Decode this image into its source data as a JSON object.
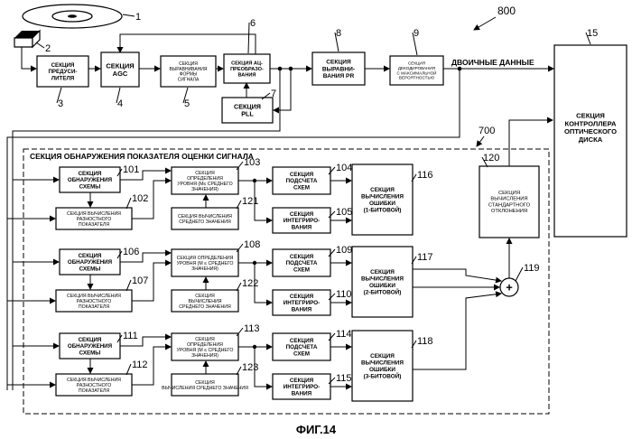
{
  "figure_caption": "ФИГ.14",
  "ref_800": "800",
  "ref_700": "700",
  "binary_data_label": "ДВОИЧНЫЕ ДАННЫЕ",
  "detection_section_title": "СЕКЦИЯ ОБНАРУЖЕНИЯ ПОКАЗАТЕЛЯ ОЦЕНКИ СИГНАЛА",
  "blocks": {
    "preamp": {
      "lines": [
        "СЕКЦИЯ",
        "ПРЕДУСИ-",
        "ЛИТЕЛЯ"
      ]
    },
    "agc": {
      "lines": [
        "СЕКЦИЯ",
        "AGC"
      ]
    },
    "waveform": {
      "lines": [
        "СЕКЦИЯ",
        "ВЫРАВНИВАНИЯ",
        "ФОРМЫ",
        "СИГНАЛА"
      ]
    },
    "adc": {
      "lines": [
        "СЕКЦИЯ АЦ-",
        "ПРЕОБРАЗО-",
        "ВАНИЯ"
      ]
    },
    "pll": {
      "lines": [
        "СЕКЦИЯ",
        "PLL"
      ]
    },
    "pr_eq": {
      "lines": [
        "СЕКЦИЯ",
        "ВЫРАВНИ-",
        "ВАНИЯ PR"
      ]
    },
    "ml_decoder": {
      "lines": [
        "СЕКЦИЯ",
        "ДЕКОДИРОВАНИЯ",
        "С МАКСИМАЛЬНОЙ",
        "ВЕРОЯТНОСТЬЮ"
      ]
    },
    "controller": {
      "lines": [
        "СЕКЦИЯ",
        "КОНТРОЛЛЕРА",
        "ОПТИЧЕСКОГО",
        "ДИСКА"
      ]
    },
    "std_dev": {
      "lines": [
        "СЕКЦИЯ",
        "ВЫЧИСЛЕНИЯ",
        "СТАНДАРТНОГО",
        "ОТКЛОНЕНИЯ"
      ]
    }
  },
  "rows": [
    {
      "pattern": [
        "СЕКЦИЯ",
        "ОБНАРУЖЕНИЯ",
        "СХЕМЫ"
      ],
      "diff": [
        "СЕКЦИЯ ВЫЧИСЛЕНИЯ",
        "РАЗНОСТНОГО",
        "ПОКАЗАТЕЛЯ"
      ],
      "level": [
        "СЕКЦИЯ",
        "ОПРЕДЕЛЕНИЯ",
        "УРОВНЯ (M≤ СРЕДНЕГО",
        "ЗНАЧЕНИЯ)"
      ],
      "mean": [
        "СЕКЦИЯ ВЫЧИСЛЕНИЯ",
        "СРЕДНЕГО ЗНАЧЕНИЯ"
      ],
      "count": [
        "СЕКЦИЯ",
        "ПОДСЧЕТА",
        "СХЕМ"
      ],
      "integ": [
        "СЕКЦИЯ",
        "ИНТЕГРИРО-",
        "ВАНИЯ"
      ],
      "error": [
        "СЕКЦИЯ",
        "ВЫЧИСЛЕНИЯ",
        "ОШИБКИ",
        "(1-БИТОВОЙ)"
      ],
      "refs": {
        "pattern": "101",
        "diff": "102",
        "level": "103",
        "mean": "121",
        "count": "104",
        "integ": "105",
        "error": "116"
      }
    },
    {
      "pattern": [
        "СЕКЦИЯ",
        "ОБНАРУЖЕНИЯ",
        "СХЕМЫ"
      ],
      "diff": [
        "СЕКЦИЯ ВЫЧИСЛЕНИЯ",
        "РАЗНОСТНОГО",
        "ПОКАЗАТЕЛЯ"
      ],
      "level": [
        "СЕКЦИЯ ОПРЕДЕЛЕНИЯ",
        "УРОВНЯ (M ≤ СРЕДНЕГО",
        "ЗНАЧЕНИЯ)"
      ],
      "mean": [
        "СЕКЦИЯ",
        "ВЫЧИСЛЕНИЯ",
        "СРЕДНЕГО ЗНАЧЕНИЯ"
      ],
      "count": [
        "СЕКЦИЯ",
        "ПОДСЧЕТА",
        "СХЕМ"
      ],
      "integ": [
        "СЕКЦИЯ",
        "ИНТЕГРИРО-",
        "ВАНИЯ"
      ],
      "error": [
        "СЕКЦИЯ",
        "ВЫЧИСЛЕНИЯ",
        "ОШИБКИ",
        "(2-БИТОВОЙ)"
      ],
      "refs": {
        "pattern": "106",
        "diff": "107",
        "level": "108",
        "mean": "122",
        "count": "109",
        "integ": "110",
        "error": "117"
      }
    },
    {
      "pattern": [
        "СЕКЦИЯ",
        "ОБНАРУЖЕНИЯ",
        "СХЕМЫ"
      ],
      "diff": [
        "СЕКЦИЯ ВЫЧИСЛЕНИЯ",
        "РАЗНОСТНОГО",
        "ПОКАЗАТЕЛЯ"
      ],
      "level": [
        "СЕКЦИЯ",
        "ОПРЕДЕЛЕНИЯ",
        "УРОВНЯ (M ≤ СРЕДНЕГО",
        "ЗНАЧЕНИЯ)"
      ],
      "mean": [
        "СЕКЦИЯ",
        "ВЫЧИСЛЕНИЯ СРЕДНЕГО ЗНАЧЕНИЯ"
      ],
      "count": [
        "СЕКЦИЯ",
        "ПОДСЧЕТА",
        "СХЕМ"
      ],
      "integ": [
        "СЕКЦИЯ",
        "ИНТЕГРИРО-",
        "ВАНИЯ"
      ],
      "error": [
        "СЕКЦИЯ",
        "ВЫЧИСЛЕНИЯ",
        "ОШИБКИ",
        "(3-БИТОВОЙ)"
      ],
      "refs": {
        "pattern": "111",
        "diff": "112",
        "level": "113",
        "mean": "123",
        "count": "114",
        "integ": "115",
        "error": "118"
      }
    }
  ],
  "refs": {
    "disc": "1",
    "head": "2",
    "preamp": "3",
    "agc": "4",
    "waveform": "5",
    "adc": "6",
    "pll": "7",
    "pr_eq": "8",
    "ml_decoder": "9",
    "controller": "15",
    "std_dev": "120",
    "adder": "119"
  },
  "adder_symbol": "+"
}
